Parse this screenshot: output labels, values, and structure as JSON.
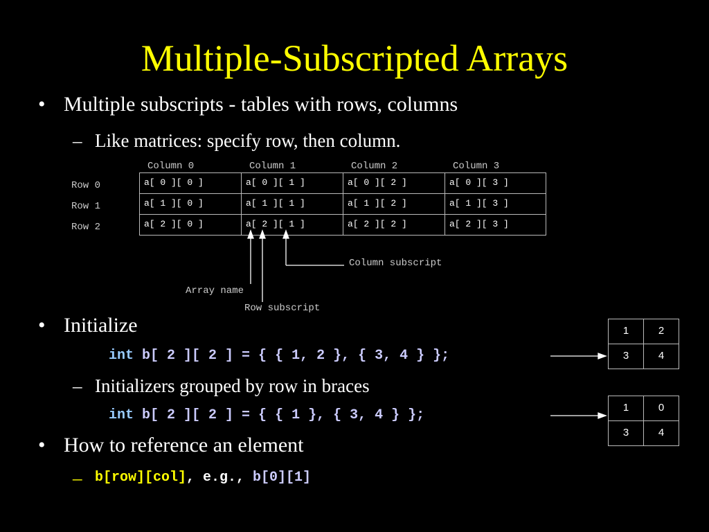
{
  "title": "Multiple-Subscripted Arrays",
  "bullet_1": "Multiple subscripts - tables with rows, columns",
  "sub_1": "Like matrices: specify row, then column.",
  "diagram": {
    "column_headers": [
      "Column 0",
      "Column 1",
      "Column 2",
      "Column 3"
    ],
    "row_headers": [
      "Row 0",
      "Row 1",
      "Row 2"
    ],
    "cells": [
      [
        "a[ 0 ][ 0 ]",
        "a[ 0 ][ 1 ]",
        "a[ 0 ][ 2 ]",
        "a[ 0 ][ 3 ]"
      ],
      [
        "a[ 1 ][ 0 ]",
        "a[ 1 ][ 1 ]",
        "a[ 1 ][ 2 ]",
        "a[ 1 ][ 3 ]"
      ],
      [
        "a[ 2 ][ 0 ]",
        "a[ 2 ][ 1 ]",
        "a[ 2 ][ 2 ]",
        "a[ 2 ][ 3 ]"
      ]
    ],
    "column_subscript_label": "Column subscript",
    "array_name_label": "Array name",
    "row_subscript_label": "Row subscript"
  },
  "bullet_2": "Initialize",
  "code_1": {
    "kw": "int",
    "rest": "b[ 2 ][ 2 ] = { { 1, 2 }, { 3, 4 } };"
  },
  "sub_2": "Initializers grouped by row in braces",
  "code_2": {
    "kw": "int",
    "rest": "b[ 2 ][ 2 ] = { { 1 }, { 3, 4 } };"
  },
  "table_1": [
    [
      "1",
      "2"
    ],
    [
      "3",
      "4"
    ]
  ],
  "table_2": [
    [
      "1",
      "0"
    ],
    [
      "3",
      "4"
    ]
  ],
  "bullet_3": "How to reference an element",
  "sub_3": {
    "code": "b[row][col]",
    "mid": ", e.g., ",
    "example": "b[0][1]"
  },
  "bullet_glyph": "•",
  "dash_glyph": "–",
  "colors": {
    "title": "#ffff00",
    "code_keyword": "#99ccff",
    "code_text": "#ccccff",
    "highlight": "#ffff00"
  }
}
